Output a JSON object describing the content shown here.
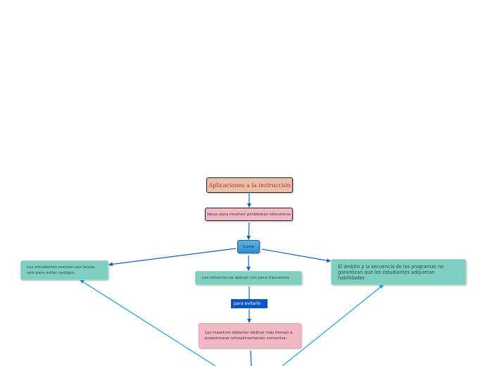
{
  "map": {
    "title": "Aplicaciones a la instrucción",
    "ideas": "Ideas para resolver problemas educativos",
    "connector": "Como",
    "left_node": "Los estudiantes realizan sus tareas solo para evitar castigos.",
    "middle_node": "Los refuerzos se aplican con poca frecuencia",
    "right_node": "El ámbito y la secuencia de los programas no garantizan que los estudiantes adquieran habilidades",
    "link_label": "para evitarlo",
    "bottom_node": "Los maestros deberían dedicar más tiempo a proporcionar retroalimentación correctiva."
  },
  "colors": {
    "arrow_dark": "#1a5bbf",
    "arrow_light": "#1e9ee0",
    "title_bg": "#e8c2a6",
    "title_text": "#d11b3a",
    "pink_bg": "#f2b8c6",
    "teal_bg": "#7fcfc2",
    "label_bg": "#0a55c7"
  }
}
